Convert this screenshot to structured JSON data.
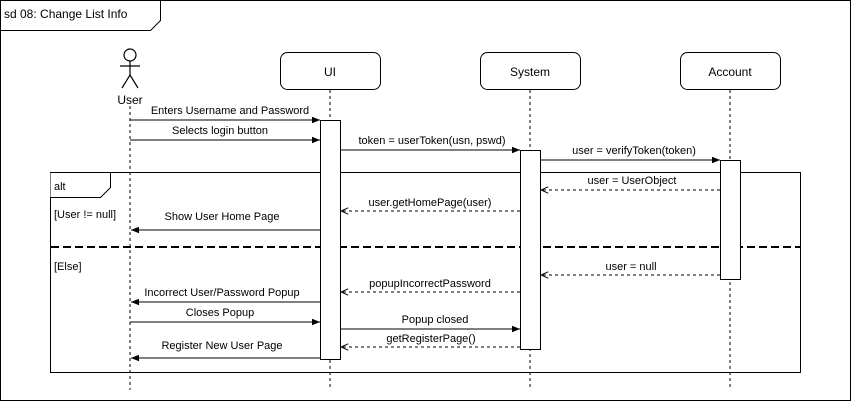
{
  "frame": {
    "title": "sd 08: Change List Info"
  },
  "participants": {
    "user": {
      "label": "User",
      "kind": "actor"
    },
    "ui": {
      "label": "UI"
    },
    "system": {
      "label": "System"
    },
    "account": {
      "label": "Account"
    }
  },
  "messages": [
    {
      "label": "Enters Username and Password"
    },
    {
      "label": "Selects login button"
    },
    {
      "label": "token = userToken(usn, pswd)"
    },
    {
      "label": "user = verifyToken(token)"
    },
    {
      "label": "user = UserObject"
    },
    {
      "label": "user.getHomePage(user)"
    },
    {
      "label": "Show User Home Page"
    },
    {
      "label": "user = null"
    },
    {
      "label": "popupIncorrectPassword"
    },
    {
      "label": "Incorrect User/Password Popup"
    },
    {
      "label": "Closes Popup"
    },
    {
      "label": "Popup closed"
    },
    {
      "label": "getRegisterPage()"
    },
    {
      "label": "Register New User Page"
    }
  ],
  "fragment": {
    "operator": "alt",
    "guard_1": "[User != null]",
    "guard_2": "[Else]"
  }
}
